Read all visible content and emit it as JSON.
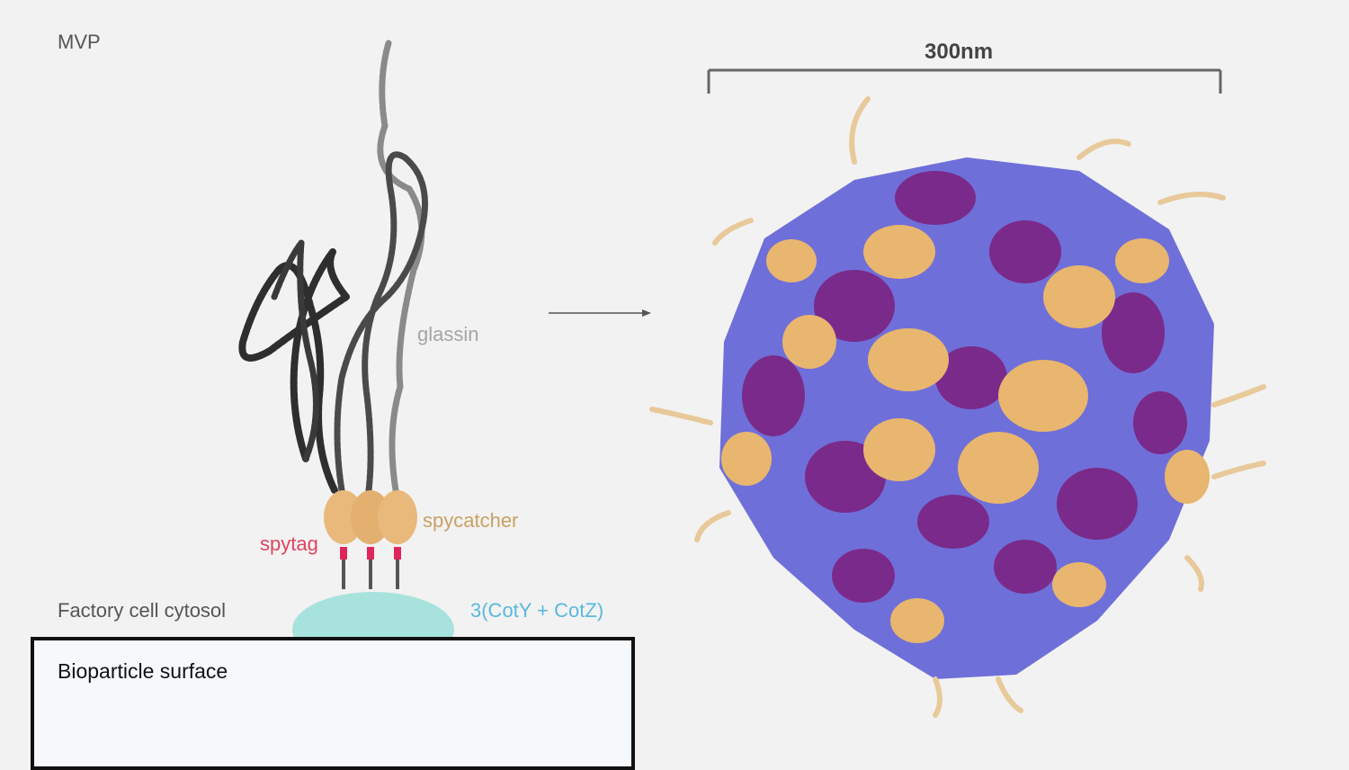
{
  "labels": {
    "title": "MVP",
    "glassin": "glassin",
    "spycatcher": "spycatcher",
    "spytag": "spytag",
    "cytosol": "Factory cell cytosol",
    "cot_complex": "3(CotY + CotZ)",
    "surface": "Bioparticle surface",
    "scale": "300nm"
  },
  "colors": {
    "glassin": "#3a3a3a",
    "spycatcher": "#e8b97a",
    "spytag": "#e0245e",
    "cot": "#a7e3dc",
    "capsid_blue": "#6f6fd9",
    "capsid_purple": "#7a2a8a",
    "capsid_tan": "#e8b66e"
  }
}
